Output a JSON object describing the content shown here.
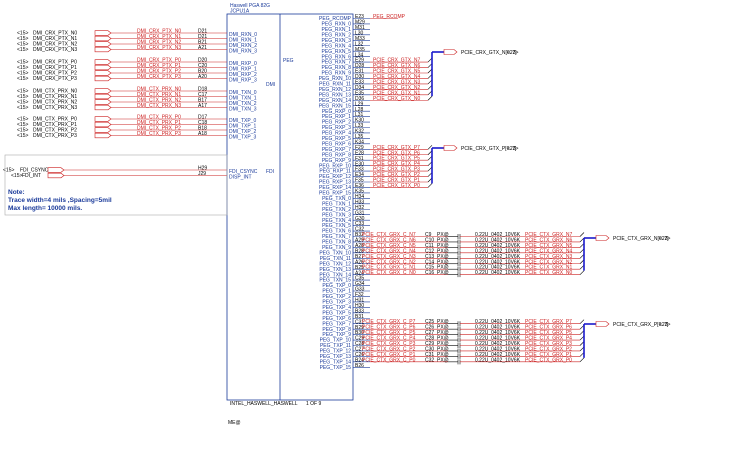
{
  "chip": {
    "header": "Haswell PGA 82G",
    "refdes": "JCPU1A",
    "bottom_label": "INTEL_HASWELL_HASWELL",
    "part_label": "1 OF 9",
    "footer": "ME@",
    "group_dmi": "DMI",
    "group_fdi": "FDI",
    "group_peg": "PEG"
  },
  "left_pins": [
    {
      "pin": "D21",
      "name": "DMI_RXN_0",
      "net": "DMI_CRX_PTX_N0",
      "ref": "<15>"
    },
    {
      "pin": "D21",
      "name": "DMI_RXN_1",
      "net": "DMI_CRX_PTX_N1",
      "ref": "<15>"
    },
    {
      "pin": "B21",
      "name": "DMI_RXN_2",
      "net": "DMI_CRX_PTX_N2",
      "ref": "<15>"
    },
    {
      "pin": "A21",
      "name": "DMI_RXN_3",
      "net": "DMI_CRX_PTX_N3",
      "ref": "<15>"
    },
    {
      "pin": "D20",
      "name": "DMI_RXP_0",
      "net": "DMI_CRX_PTX_P0",
      "ref": "<15>"
    },
    {
      "pin": "C20",
      "name": "DMI_RXP_1",
      "net": "DMI_CRX_PTX_P1",
      "ref": "<15>"
    },
    {
      "pin": "B20",
      "name": "DMI_RXP_2",
      "net": "DMI_CRX_PTX_P2",
      "ref": "<15>"
    },
    {
      "pin": "A20",
      "name": "DMI_RXP_3",
      "net": "DMI_CRX_PTX_P3",
      "ref": "<15>"
    },
    {
      "pin": "D18",
      "name": "DMI_TXN_0",
      "net": "DMI_CTX_PRX_N0",
      "ref": "<15>"
    },
    {
      "pin": "C17",
      "name": "DMI_TXN_1",
      "net": "DMI_CTX_PRX_N1",
      "ref": "<15>"
    },
    {
      "pin": "B17",
      "name": "DMI_TXN_2",
      "net": "DMI_CTX_PRX_N2",
      "ref": "<15>"
    },
    {
      "pin": "A17",
      "name": "DMI_TXN_3",
      "net": "DMI_CTX_PRX_N3",
      "ref": "<15>"
    },
    {
      "pin": "D17",
      "name": "DMI_TXP_0",
      "net": "DMI_CTX_PRX_P0",
      "ref": "<15>"
    },
    {
      "pin": "C18",
      "name": "DMI_TXP_1",
      "net": "DMI_CTX_PRX_P1",
      "ref": "<15>"
    },
    {
      "pin": "B18",
      "name": "DMI_TXP_2",
      "net": "DMI_CTX_PRX_P2",
      "ref": "<15>"
    },
    {
      "pin": "A18",
      "name": "DMI_TXP_3",
      "net": "DMI_CTX_PRX_P3",
      "ref": "<15>"
    }
  ],
  "fdi_pins": [
    {
      "pin": "H29",
      "name": "FDI_CSYNC",
      "net": "FDI_CSYNC",
      "ref": "<15>"
    },
    {
      "pin": "J29",
      "name": "DISP_INT",
      "net": "FDI_INT",
      "ref": "<15>"
    }
  ],
  "note": {
    "title": "Note:",
    "line1": "Trace width=4 mils ,Spacing=5mil",
    "line2": "Max length= 10000 mils."
  },
  "right_pins": [
    {
      "name": "PEG_RCOMP",
      "pin": "E23",
      "net": "PEG_RCOMP"
    },
    {
      "name": "PEG_RXN_0",
      "pin": "M29",
      "net": ""
    },
    {
      "name": "PEG_RXN_1",
      "pin": "M31",
      "net": ""
    },
    {
      "name": "PEG_RXN_2",
      "pin": "L30",
      "net": ""
    },
    {
      "name": "PEG_RXN_3",
      "pin": "M33",
      "net": ""
    },
    {
      "name": "PEG_RXN_4",
      "pin": "L32",
      "net": ""
    },
    {
      "name": "PEG_RXN_5",
      "pin": "M35",
      "net": ""
    },
    {
      "name": "PEG_RXN_6",
      "pin": "L34",
      "net": ""
    },
    {
      "name": "PEG_RXN_7",
      "pin": "E29",
      "net": "PCIE_CRX_GTX_N7"
    },
    {
      "name": "PEG_RXN_8",
      "pin": "D28",
      "net": "PCIE_CRX_GTX_N6"
    },
    {
      "name": "PEG_RXN_9",
      "pin": "E31",
      "net": "PCIE_CRX_GTX_N5"
    },
    {
      "name": "PEG_RXN_10",
      "pin": "D30",
      "net": "PCIE_CRX_GTX_N4"
    },
    {
      "name": "PEG_RXN_11",
      "pin": "E33",
      "net": "PCIE_CRX_GTX_N3"
    },
    {
      "name": "PEG_RXN_12",
      "pin": "D34",
      "net": "PCIE_CRX_GTX_N2"
    },
    {
      "name": "PEG_RXN_13",
      "pin": "E35",
      "net": "PCIE_CRX_GTX_N1"
    },
    {
      "name": "PEG_RXN_14",
      "pin": "D36",
      "net": "PCIE_CRX_GTX_N0"
    },
    {
      "name": "PEG_RXN_15",
      "pin": "L29",
      "net": ""
    },
    {
      "name": "PEG_RXP_0",
      "pin": "L28",
      "net": ""
    },
    {
      "name": "PEG_RXP_1",
      "pin": "L31",
      "net": ""
    },
    {
      "name": "PEG_RXP_2",
      "pin": "K30",
      "net": ""
    },
    {
      "name": "PEG_RXP_3",
      "pin": "L33",
      "net": ""
    },
    {
      "name": "PEG_RXP_4",
      "pin": "K32",
      "net": ""
    },
    {
      "name": "PEG_RXP_5",
      "pin": "L35",
      "net": ""
    },
    {
      "name": "PEG_RXP_6",
      "pin": "K34",
      "net": ""
    },
    {
      "name": "PEG_RXP_7",
      "pin": "F29",
      "net": "PCIE_CRX_GTX_P7"
    },
    {
      "name": "PEG_RXP_8",
      "pin": "E28",
      "net": "PCIE_CRX_GTX_P6"
    },
    {
      "name": "PEG_RXP_9",
      "pin": "F31",
      "net": "PCIE_CRX_GTX_P5"
    },
    {
      "name": "PEG_RXP_10",
      "pin": "E30",
      "net": "PCIE_CRX_GTX_P4"
    },
    {
      "name": "PEG_RXP_11",
      "pin": "F33",
      "net": "PCIE_CRX_GTX_P3"
    },
    {
      "name": "PEG_RXP_12",
      "pin": "E34",
      "net": "PCIE_CRX_GTX_P2"
    },
    {
      "name": "PEG_RXP_13",
      "pin": "F35",
      "net": "PCIE_CRX_GTX_P1"
    },
    {
      "name": "PEG_RXP_14",
      "pin": "E36",
      "net": "PCIE_CRX_GTX_P0"
    },
    {
      "name": "PEG_RXP_15",
      "pin": "K35",
      "net": ""
    },
    {
      "name": "PEG_TXN_0",
      "pin": "H34",
      "net": ""
    },
    {
      "name": "PEG_TXN_1",
      "pin": "H33",
      "net": ""
    },
    {
      "name": "PEG_TXN_2",
      "pin": "H32",
      "net": ""
    },
    {
      "name": "PEG_TXN_3",
      "pin": "G31",
      "net": ""
    },
    {
      "name": "PEG_TXN_4",
      "pin": "G30",
      "net": ""
    },
    {
      "name": "PEG_TXN_5",
      "pin": "C33",
      "net": ""
    },
    {
      "name": "PEG_TXN_6",
      "pin": "C32",
      "net": ""
    },
    {
      "name": "PEG_TXN_7",
      "pin": "B32",
      "net": "PCIE_CTX_GRX_C_N7",
      "cap": "C9",
      "cap_ref": "PX@",
      "val": "0.22U_0402_10V6K",
      "out": "PCIE_CTX_GRX_N7"
    },
    {
      "name": "PEG_TXN_8",
      "pin": "A29",
      "net": "PCIE_CTX_GRX_C_N6",
      "cap": "C10",
      "cap_ref": "PX@",
      "val": "0.22U_0402_10V6K",
      "out": "PCIE_CTX_GRX_N6"
    },
    {
      "name": "PEG_TXN_9",
      "pin": "A28",
      "net": "PCIE_CTX_GRX_C_N5",
      "cap": "C11",
      "cap_ref": "PX@",
      "val": "0.22U_0402_10V6K",
      "out": "PCIE_CTX_GRX_N5"
    },
    {
      "name": "PEG_TXN_10",
      "pin": "B28",
      "net": "PCIE_CTX_GRX_C_N4",
      "cap": "C12",
      "cap_ref": "PX@",
      "val": "0.22U_0402_10V6K",
      "out": "PCIE_CTX_GRX_N4"
    },
    {
      "name": "PEG_TXN_11",
      "pin": "B27",
      "net": "PCIE_CTX_GRX_C_N3",
      "cap": "C13",
      "cap_ref": "PX@",
      "val": "0.22U_0402_10V6K",
      "out": "PCIE_CTX_GRX_N3"
    },
    {
      "name": "PEG_TXN_12",
      "pin": "A26",
      "net": "PCIE_CTX_GRX_C_N2",
      "cap": "C14",
      "cap_ref": "PX@",
      "val": "0.22U_0402_10V6K",
      "out": "PCIE_CTX_GRX_N2"
    },
    {
      "name": "PEG_TXN_13",
      "pin": "B25",
      "net": "PCIE_CTX_GRX_C_N1",
      "cap": "C15",
      "cap_ref": "PX@",
      "val": "0.22U_0402_10V6K",
      "out": "PCIE_CTX_GRX_N1"
    },
    {
      "name": "PEG_TXN_14",
      "pin": "A24",
      "net": "PCIE_CTX_GRX_C_N0",
      "cap": "C16",
      "cap_ref": "PX@",
      "val": "0.22U_0402_10V6K",
      "out": "PCIE_CTX_GRX_N0"
    },
    {
      "name": "PEG_TXN_15",
      "pin": "C35",
      "net": ""
    },
    {
      "name": "PEG_TXP_0",
      "pin": "G34",
      "net": ""
    },
    {
      "name": "PEG_TXP_1",
      "pin": "G33",
      "net": ""
    },
    {
      "name": "PEG_TXP_2",
      "pin": "F32",
      "net": ""
    },
    {
      "name": "PEG_TXP_3",
      "pin": "H31",
      "net": ""
    },
    {
      "name": "PEG_TXP_4",
      "pin": "H30",
      "net": ""
    },
    {
      "name": "PEG_TXP_5",
      "pin": "B33",
      "net": ""
    },
    {
      "name": "PEG_TXP_6",
      "pin": "B31",
      "net": ""
    },
    {
      "name": "PEG_TXP_7",
      "pin": "C31",
      "net": "PCIE_CTX_GRX_C_P7",
      "cap": "C25",
      "cap_ref": "PX@",
      "val": "0.22U_0402_10V6K",
      "out": "PCIE_CTX_GRX_P7"
    },
    {
      "name": "PEG_TXP_8",
      "pin": "B29",
      "net": "PCIE_CTX_GRX_C_P6",
      "cap": "C26",
      "cap_ref": "PX@",
      "val": "0.22U_0402_10V6K",
      "out": "PCIE_CTX_GRX_P6"
    },
    {
      "name": "PEG_TXP_9",
      "pin": "B30",
      "net": "PCIE_CTX_GRX_C_P5",
      "cap": "C27",
      "cap_ref": "PX@",
      "val": "0.22U_0402_10V6K",
      "out": "PCIE_CTX_GRX_P5"
    },
    {
      "name": "PEG_TXP_10",
      "pin": "C29",
      "net": "PCIE_CTX_GRX_C_P4",
      "cap": "C28",
      "cap_ref": "PX@",
      "val": "0.22U_0402_10V6K",
      "out": "PCIE_CTX_GRX_P4"
    },
    {
      "name": "PEG_TXP_11",
      "pin": "C28",
      "net": "PCIE_CTX_GRX_C_P3",
      "cap": "C29",
      "cap_ref": "PX@",
      "val": "0.22U_0402_10V6K",
      "out": "PCIE_CTX_GRX_P3"
    },
    {
      "name": "PEG_TXP_12",
      "pin": "C27",
      "net": "PCIE_CTX_GRX_C_P2",
      "cap": "C30",
      "cap_ref": "PX@",
      "val": "0.22U_0402_10V6K",
      "out": "PCIE_CTX_GRX_P2"
    },
    {
      "name": "PEG_TXP_13",
      "pin": "C26",
      "net": "PCIE_CTX_GRX_C_P1",
      "cap": "C31",
      "cap_ref": "PX@",
      "val": "0.22U_0402_10V6K",
      "out": "PCIE_CTX_GRX_P1"
    },
    {
      "name": "PEG_TXP_14",
      "pin": "B24",
      "net": "PCIE_CTX_GRX_C_P0",
      "cap": "C32",
      "cap_ref": "PX@",
      "val": "0.22U_0402_10V6K",
      "out": "PCIE_CTX_GRX_P0"
    },
    {
      "name": "PEG_TXP_15",
      "pin": "B26",
      "net": ""
    }
  ],
  "buses": [
    {
      "label": "PCIE_CRX_GTX_N[0..7]",
      "ref": "<23>"
    },
    {
      "label": "PCIE_CRX_GTX_P[0..7]",
      "ref": "<23>"
    },
    {
      "label": "PCIE_CTX_GRX_N[0..7]",
      "ref": "<23>"
    },
    {
      "label": "PCIE_CTX_GRX_P[0..7]",
      "ref": "<23>"
    }
  ]
}
